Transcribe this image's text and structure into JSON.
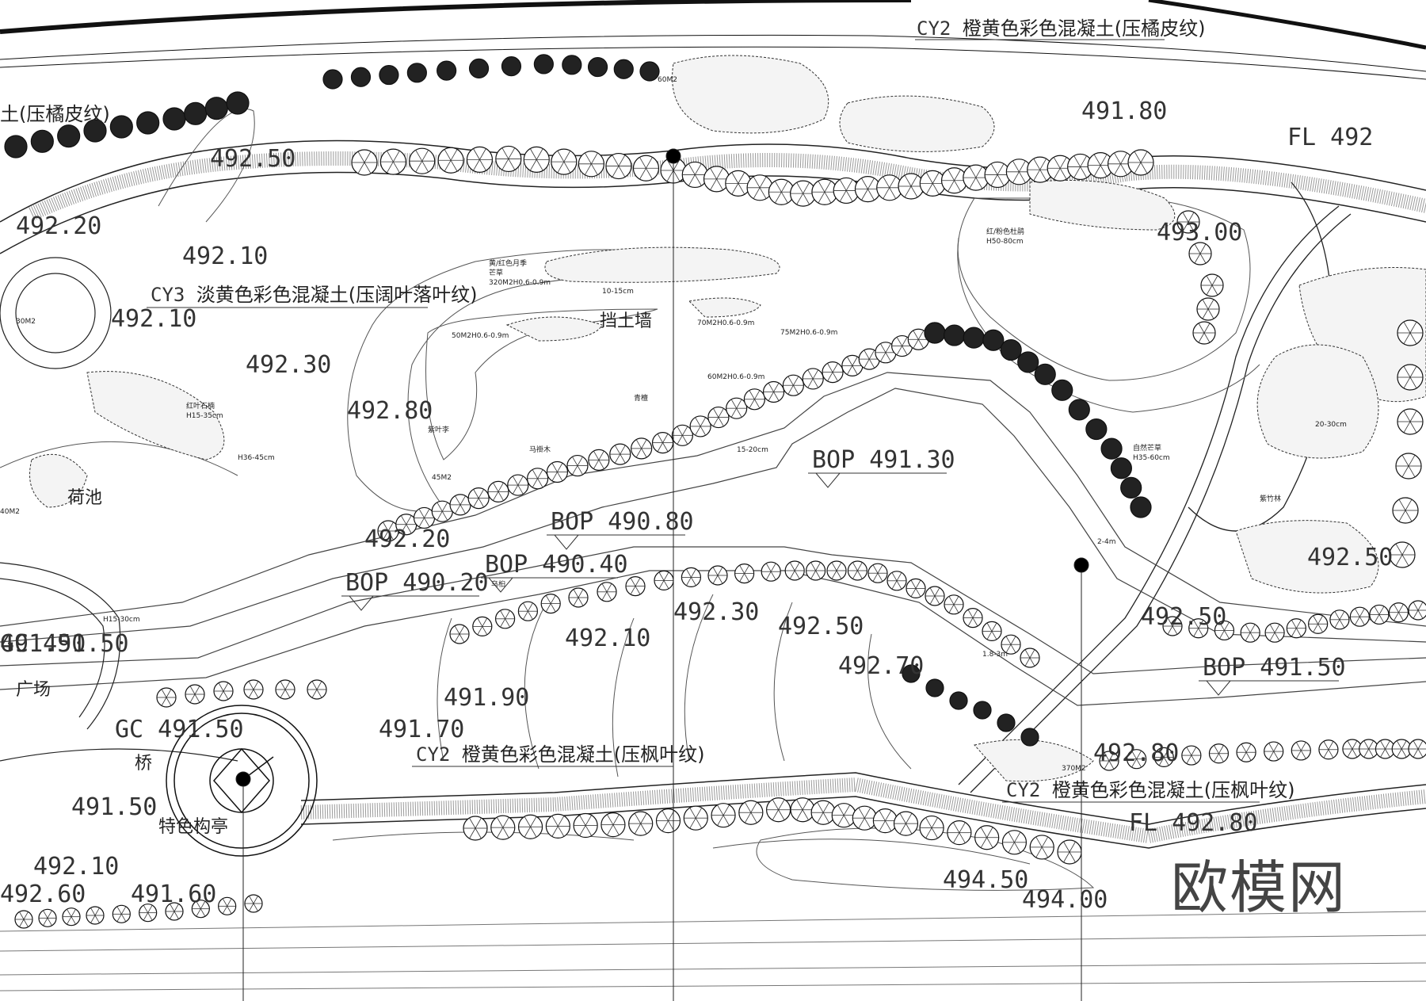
{
  "materials": [
    {
      "id": "cy2_top",
      "code": "CY2",
      "text": "橙黄色彩色混凝土(压橘皮纹)"
    },
    {
      "id": "cy3",
      "code": "CY3",
      "text": "淡黄色彩色混凝土(压阔叶落叶纹)"
    },
    {
      "id": "cy2_mid",
      "code": "CY2",
      "text": "橙黄色彩色混凝土(压枫叶纹)"
    },
    {
      "id": "cy2_right",
      "code": "CY2",
      "text": "橙黄色彩色混凝土(压枫叶纹)"
    },
    {
      "id": "left_top",
      "code": "",
      "text": "土(压橘皮纹)"
    }
  ],
  "elevations": [
    {
      "id": "e1",
      "text": "492.50"
    },
    {
      "id": "e2",
      "text": "492.20"
    },
    {
      "id": "e3",
      "text": "492.10"
    },
    {
      "id": "e4",
      "text": "492.10"
    },
    {
      "id": "e5",
      "text": "492.30"
    },
    {
      "id": "e6",
      "text": "492.80"
    },
    {
      "id": "e7",
      "text": "491.50"
    },
    {
      "id": "e8",
      "text": "492.30"
    },
    {
      "id": "e9",
      "text": "492.10"
    },
    {
      "id": "e10",
      "text": "492.50"
    },
    {
      "id": "e11",
      "text": "492.70"
    },
    {
      "id": "e12",
      "text": "491.90"
    },
    {
      "id": "e13",
      "text": "491.70"
    },
    {
      "id": "e14",
      "text": "491.50"
    },
    {
      "id": "e15",
      "text": "492.10"
    },
    {
      "id": "e16",
      "text": "492.60"
    },
    {
      "id": "e17",
      "text": "491.60"
    },
    {
      "id": "e18",
      "text": "494.50"
    },
    {
      "id": "e19",
      "text": "494.00"
    },
    {
      "id": "e20",
      "text": "492.80"
    },
    {
      "id": "e21",
      "text": "492.50"
    },
    {
      "id": "e22",
      "text": "492.50"
    },
    {
      "id": "e23",
      "text": "491.80"
    },
    {
      "id": "e24",
      "text": "493.00"
    },
    {
      "id": "e25",
      "text": "492.20"
    }
  ],
  "bop": [
    {
      "id": "b1",
      "text": "BOP 491.30"
    },
    {
      "id": "b2",
      "text": "BOP 490.80"
    },
    {
      "id": "b3",
      "text": "BOP 490.40"
    },
    {
      "id": "b4",
      "text": "BOP 490.20"
    },
    {
      "id": "b5",
      "text": "BOP 491.50"
    }
  ],
  "fl": [
    {
      "id": "f1",
      "text": "FL 492.80"
    },
    {
      "id": "f2",
      "text": "FL 492"
    }
  ],
  "gc": [
    {
      "id": "g1",
      "text": "GC 491.50"
    },
    {
      "id": "g2",
      "text": "GC 491.50"
    }
  ],
  "places": {
    "retaining_wall": "挡土墙",
    "plaza": "广场",
    "bridge": "桥",
    "pavilion": "特色构亭",
    "pond": "荷池"
  },
  "plant_notes": [
    "黄/红色月季",
    "芒草",
    "320M2H0.6-0.9m",
    "50M2H0.6-0.9m",
    "70M2H0.6-0.9m",
    "75M2H0.6-0.9m",
    "60M2H0.6-0.9m",
    "紫叶李",
    "10-15cm",
    "15-20cm",
    "马褂木",
    "青檀",
    "乌桕",
    "自然芒草",
    "H35-60cm",
    "紫竹林",
    "370M2",
    "2-4m",
    "红/粉色杜鹃",
    "H50-80cm",
    "红叶石楠",
    "H15-35cm",
    "H36-45cm",
    "30M2",
    "40M2",
    "60M2",
    "45M2",
    "20-30cm",
    "H15-30cm",
    "1.8-3m"
  ],
  "watermark": "欧模网"
}
